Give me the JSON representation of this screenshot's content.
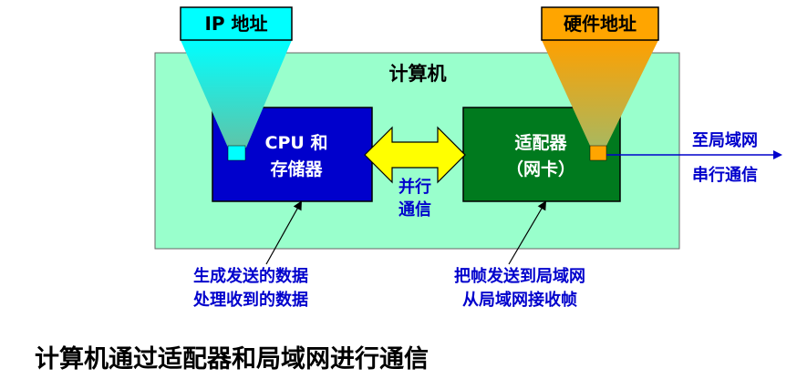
{
  "labels": {
    "ip_address": "IP 地址",
    "hardware_address": "硬件地址",
    "computer": "计算机",
    "cpu_line1": "CPU 和",
    "cpu_line2": "存储器",
    "adapter_line1": "适配器",
    "adapter_line2": "（网卡）",
    "parallel_line1": "并行",
    "parallel_line2": "通信",
    "to_lan": "至局域网",
    "serial_comm": "串行通信",
    "cpu_note_line1": "生成发送的数据",
    "cpu_note_line2": "处理收到的数据",
    "adapter_note_line1": "把帧发送到局域网",
    "adapter_note_line2": "从局域网接收帧"
  },
  "caption": "计算机通过适配器和局域网进行通信",
  "colors": {
    "computer_bg": "#99ffcc",
    "cpu_box": "#0000cc",
    "adapter_box": "#007a1e",
    "ip_tag": "#00ffff",
    "hw_tag": "#ffa500",
    "bus_arrow": "#ffff00",
    "blue_text": "#0000cc",
    "link_line": "#0000cc"
  },
  "icons": {
    "bus": "double-headed-arrow",
    "ip_port": "cyan-square",
    "hw_port": "orange-square"
  }
}
